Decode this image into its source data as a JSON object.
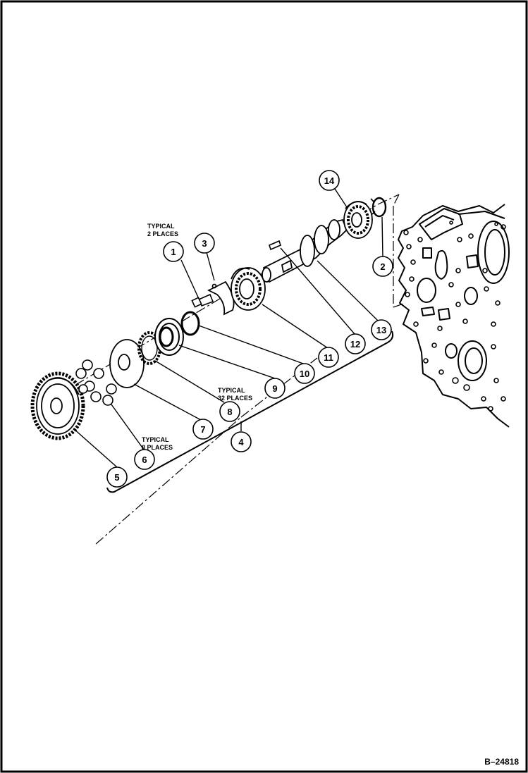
{
  "notes": {
    "typical_2_line1": "TYPICAL",
    "typical_2_line2": "2 PLACES",
    "typical_32_line1": "TYPICAL",
    "typical_32_line2": "32 PLACES",
    "typical_8_line1": "TYPICAL",
    "typical_8_line2": "8 PLACES"
  },
  "callouts": [
    "1",
    "2",
    "3",
    "4",
    "5",
    "6",
    "7",
    "8",
    "9",
    "10",
    "11",
    "12",
    "13",
    "14"
  ],
  "figure_id": "B–24818"
}
